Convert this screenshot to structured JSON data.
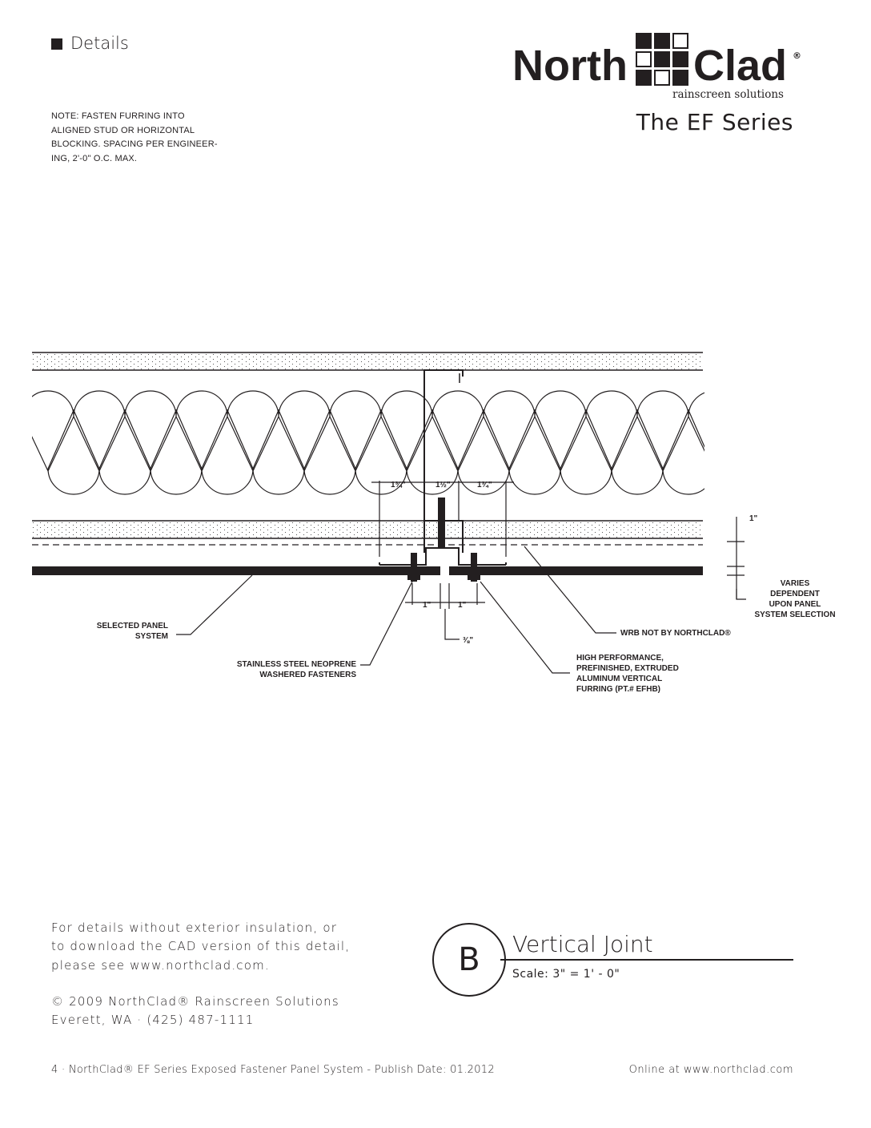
{
  "header": {
    "section": "Details"
  },
  "note": [
    "NOTE: FASTEN FURRING INTO",
    "ALIGNED STUD OR HORIZONTAL",
    "BLOCKING. SPACING PER ENGINEER-",
    "ING, 2'-0\" O.C. MAX."
  ],
  "logo": {
    "left": "North",
    "right": "Clad",
    "reg": "®",
    "tagline": "rainscreen solutions"
  },
  "series": "The EF Series",
  "drawing": {
    "dims": {
      "d1": "1¾\"",
      "d2": "1½\"",
      "d3": "1¾\"",
      "one_top": "1\"",
      "one_left": "1\"",
      "one_right": "1\"",
      "gap": "⅜\""
    },
    "labels": {
      "panel": [
        "SELECTED PANEL",
        "SYSTEM"
      ],
      "fasteners": [
        "STAINLESS STEEL NEOPRENE",
        "WASHERED FASTENERS"
      ],
      "furring": [
        "HIGH PERFORMANCE,",
        "PREFINISHED, EXTRUDED",
        "ALUMINUM VERTICAL",
        "FURRING (PT.# EFHB)"
      ],
      "wrb": "WRB NOT BY NORTHCLAD®",
      "varies": [
        "VARIES",
        "DEPENDENT",
        "UPON PANEL",
        "SYSTEM SELECTION"
      ]
    }
  },
  "info": [
    "For details without exterior insulation, or",
    "to download the CAD version of this detail,",
    "please see www.northclad.com."
  ],
  "copyright": [
    "© 2009 NorthClad® Rainscreen Solutions",
    "Everett, WA · (425) 487-1111"
  ],
  "detail": {
    "letter": "B",
    "title": "Vertical Joint",
    "scale": "Scale: 3\" = 1' - 0\""
  },
  "footer": {
    "left": "4 · NorthClad® EF Series Exposed Fastener Panel System - Publish Date: 01.2012",
    "right": "Online at www.northclad.com"
  }
}
